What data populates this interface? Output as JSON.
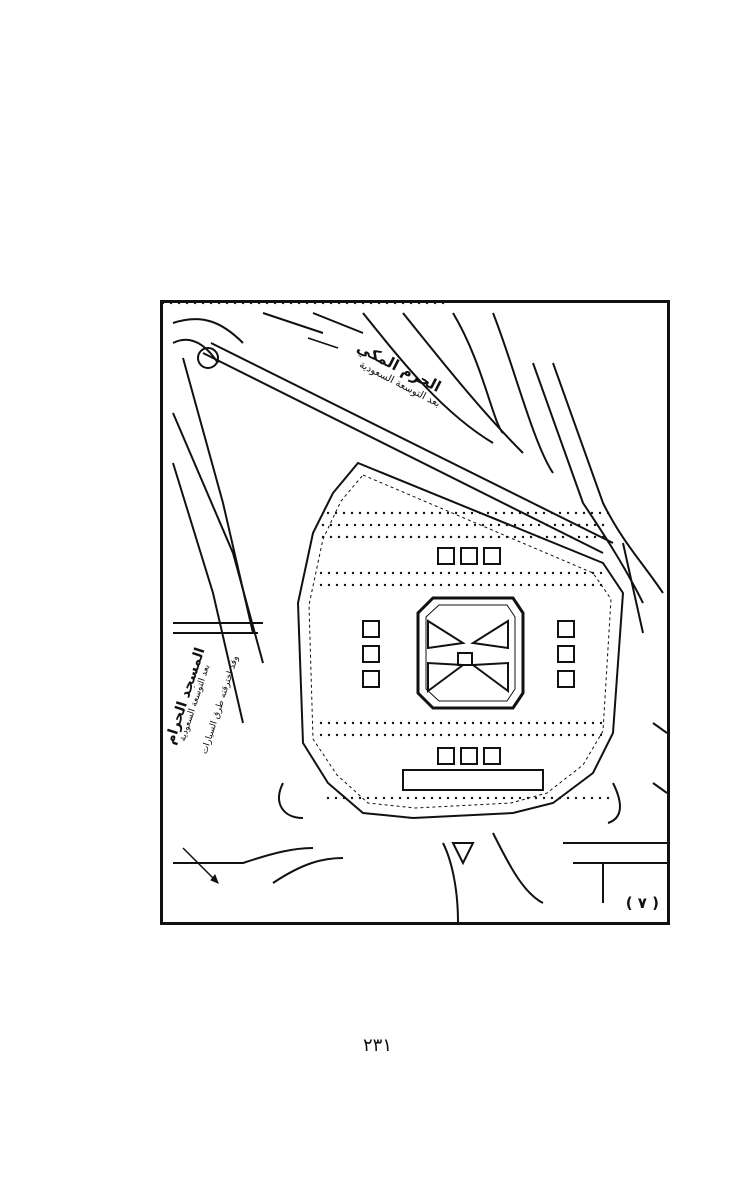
{
  "figure": {
    "number_label": "( ٧ )",
    "top_label": "الحرم المكي",
    "top_sublabel": "بعد التوسعة السعودية",
    "left_label": "المسجد الحرام",
    "left_sublabel": "بعد التوسعة السعودية",
    "left_sublabel_2": "وقد اخترقته طرق السيارات"
  },
  "page": {
    "number": "٢٣١"
  },
  "colors": {
    "ink": "#111111",
    "paper": "#ffffff"
  }
}
